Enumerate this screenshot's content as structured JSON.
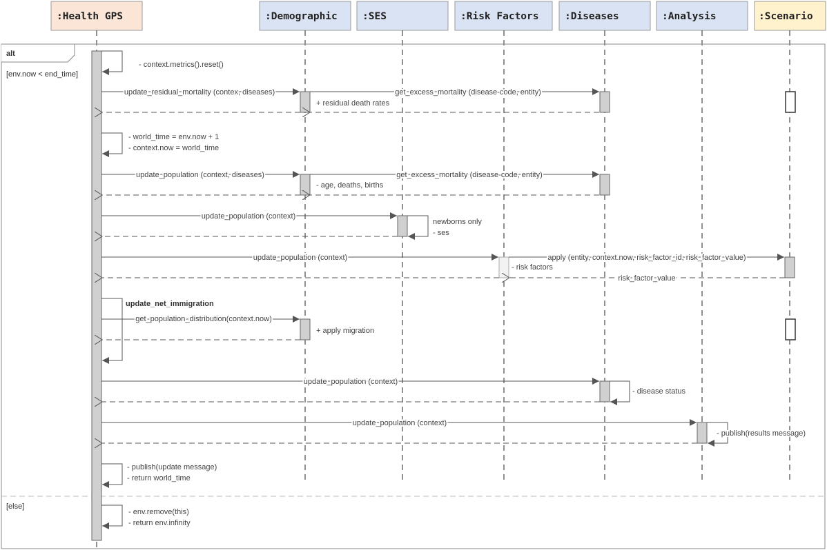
{
  "participants": [
    {
      "id": "health_gps",
      "label": ":Health GPS"
    },
    {
      "id": "demographic",
      "label": ":Demographic"
    },
    {
      "id": "ses",
      "label": ":SES"
    },
    {
      "id": "risk_factors",
      "label": ":Risk Factors"
    },
    {
      "id": "diseases",
      "label": ":Diseases"
    },
    {
      "id": "analysis",
      "label": ":Analysis"
    },
    {
      "id": "scenario",
      "label": ":Scenario"
    }
  ],
  "colors": {
    "health_gps_fill": "#fbe5d6",
    "module_fill": "#dae3f3",
    "scenario_fill": "#fff2cc",
    "activation_fill": "#d0d0d0",
    "line": "#555555"
  },
  "fragment": {
    "operator": "alt",
    "guard1": "[env.now < end_time]",
    "guard2": "[else]"
  },
  "messages": {
    "reset": "- context.metrics().reset()",
    "update_residual": "update_residual_mortality (contex, diseases)",
    "excess1": "get_excess_mortality (disease-code, entity)",
    "residual_rates": "+ residual death rates",
    "world_time": "- world_time = env.now + 1",
    "context_now": "- context.now = world_time",
    "update_pop_diseases": "update_population (context, diseases)",
    "excess2": "get_excess_mortality (disease-code, entity)",
    "age_deaths": "- age, deaths, births",
    "update_pop_ses": "update_population (context)",
    "newborns": "newborns only",
    "ses_note": "- ses",
    "update_pop_rf": "update_population (context)",
    "apply": "apply (entity, context.now, risk_factor_id, risk_factor_value)",
    "risk_factors_note": "- risk factors",
    "risk_factor_value": "risk_factor_value",
    "net_immigration": "update_net_immigration",
    "get_distribution": "get_population_distribution(context.now)",
    "apply_migration": "+ apply migration",
    "update_pop_dis": "update_population (context)",
    "disease_status": "- disease status",
    "update_pop_analysis": "update_population (context)",
    "publish_results": "- publish(results message)",
    "publish_update": "- publish(update message)",
    "return_world": "- return world_time",
    "env_remove": "- env.remove(this)",
    "return_inf": "- return env.infinity"
  }
}
